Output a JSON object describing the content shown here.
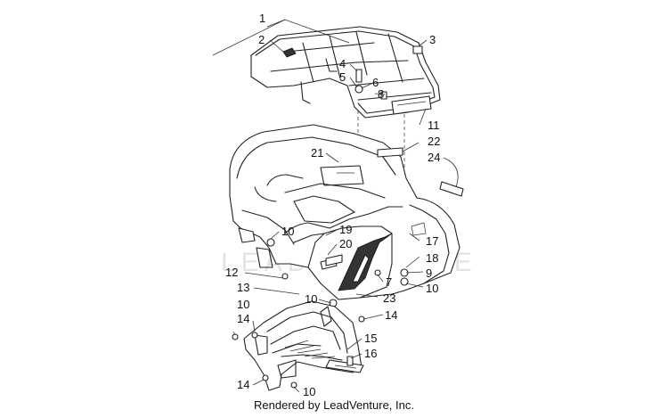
{
  "watermark": "LEADVENTURE",
  "caption": "Rendered by LeadVenture, Inc.",
  "callouts": [
    {
      "id": "1",
      "label": "1"
    },
    {
      "id": "2",
      "label": "2"
    },
    {
      "id": "3",
      "label": "3"
    },
    {
      "id": "4",
      "label": "4"
    },
    {
      "id": "5",
      "label": "5"
    },
    {
      "id": "6",
      "label": "6"
    },
    {
      "id": "8",
      "label": "8"
    },
    {
      "id": "11",
      "label": "11"
    },
    {
      "id": "22",
      "label": "22"
    },
    {
      "id": "21",
      "label": "21"
    },
    {
      "id": "24",
      "label": "24"
    },
    {
      "id": "10a",
      "label": "10"
    },
    {
      "id": "19",
      "label": "19"
    },
    {
      "id": "20",
      "label": "20"
    },
    {
      "id": "17",
      "label": "17"
    },
    {
      "id": "18",
      "label": "18"
    },
    {
      "id": "9",
      "label": "9"
    },
    {
      "id": "12",
      "label": "12"
    },
    {
      "id": "7",
      "label": "7"
    },
    {
      "id": "10b",
      "label": "10"
    },
    {
      "id": "13",
      "label": "13"
    },
    {
      "id": "10c",
      "label": "10"
    },
    {
      "id": "23",
      "label": "23"
    },
    {
      "id": "10d",
      "label": "10"
    },
    {
      "id": "14a",
      "label": "14"
    },
    {
      "id": "14b",
      "label": "14"
    },
    {
      "id": "15",
      "label": "15"
    },
    {
      "id": "16",
      "label": "16"
    },
    {
      "id": "14c",
      "label": "14"
    },
    {
      "id": "10e",
      "label": "10"
    }
  ]
}
